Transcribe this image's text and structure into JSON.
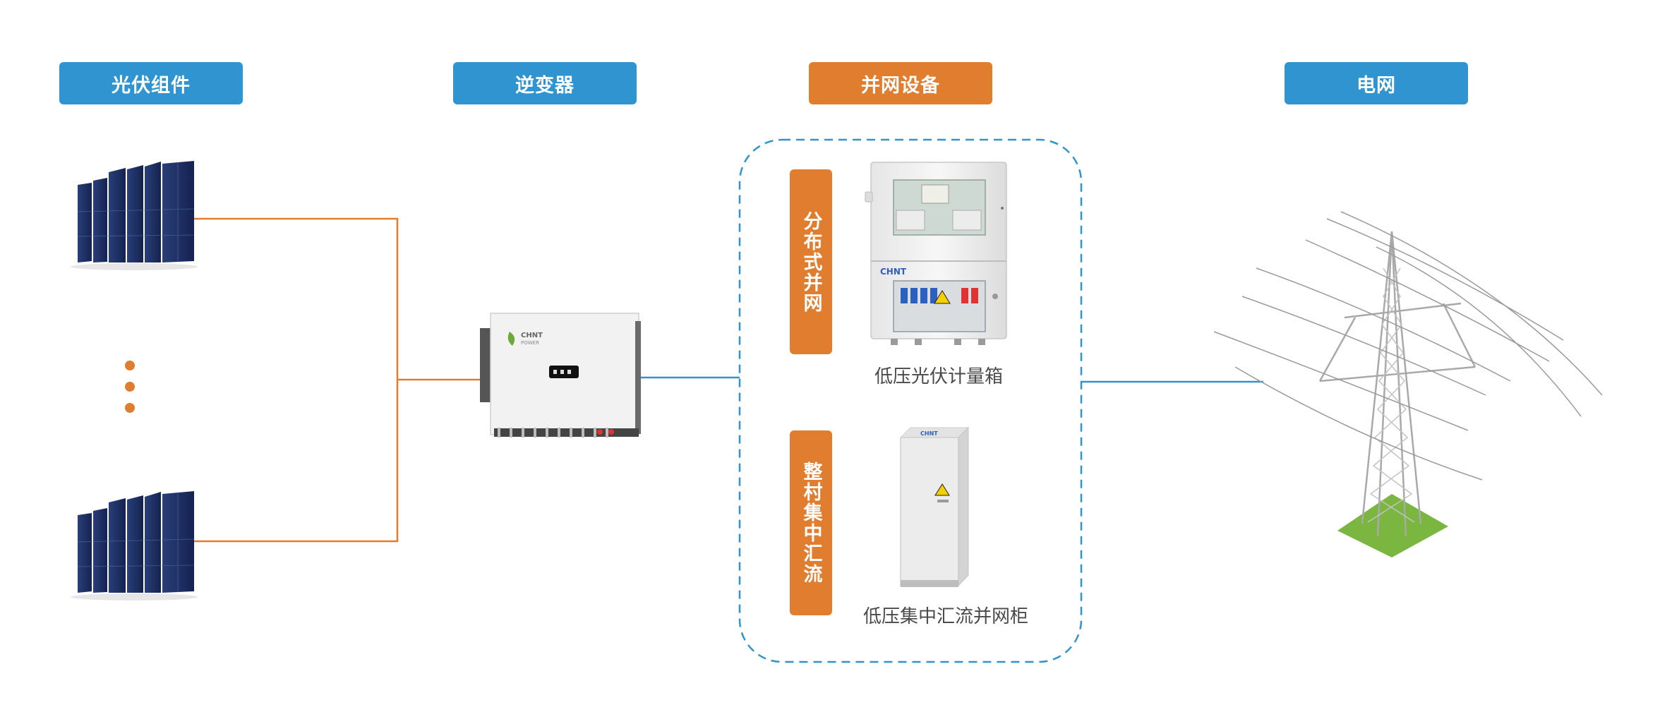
{
  "headers": {
    "pv": "光伏组件",
    "inverter": "逆变器",
    "grid_equipment": "并网设备",
    "grid": "电网"
  },
  "modes": {
    "distributed": "分布式并网",
    "village": "整村集中汇流"
  },
  "devices": {
    "meter_box": "低压光伏计量箱",
    "cabinet": "低压集中汇流并网柜"
  },
  "brand": {
    "logo_text": "CHNT",
    "logo_sub": "POWER"
  },
  "colors": {
    "blue": "#2f94d0",
    "orange": "#e17d2f",
    "panel": "#1d2f5f",
    "grass": "#7ab640"
  }
}
